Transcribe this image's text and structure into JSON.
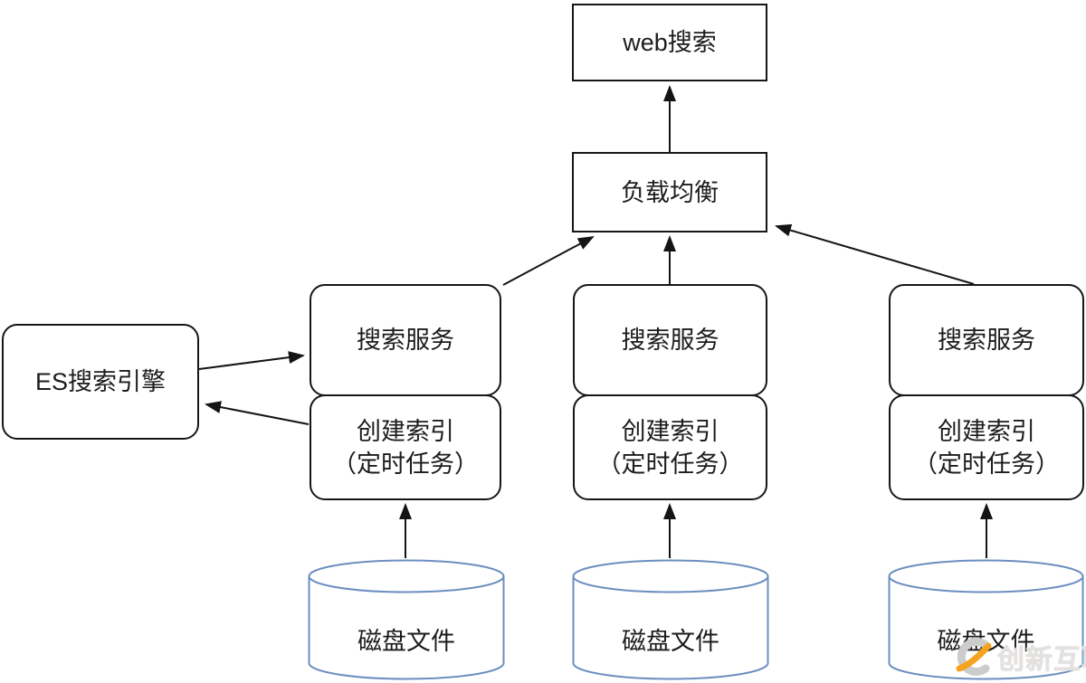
{
  "diagram": {
    "web_search": {
      "label": "web搜索"
    },
    "load_balancer": {
      "label": "负载均衡"
    },
    "es_engine": {
      "label": "ES搜索引擎"
    },
    "columns": [
      {
        "service": "搜索服务",
        "index_line1": "创建索引",
        "index_line2": "（定时任务）",
        "disk": "磁盘文件"
      },
      {
        "service": "搜索服务",
        "index_line1": "创建索引",
        "index_line2": "（定时任务）",
        "disk": "磁盘文件"
      },
      {
        "service": "搜索服务",
        "index_line1": "创建索引",
        "index_line2": "（定时任务）",
        "disk": "磁盘文件"
      }
    ],
    "edges": [
      {
        "from": "load-balancer",
        "to": "web-search"
      },
      {
        "from": "search-service-1",
        "to": "load-balancer"
      },
      {
        "from": "search-service-2",
        "to": "load-balancer"
      },
      {
        "from": "search-service-3",
        "to": "load-balancer"
      },
      {
        "from": "es-engine",
        "to": "search-service-1"
      },
      {
        "from": "create-index-1",
        "to": "es-engine"
      },
      {
        "from": "disk-file-1",
        "to": "create-index-1"
      },
      {
        "from": "disk-file-2",
        "to": "create-index-2"
      },
      {
        "from": "disk-file-3",
        "to": "create-index-3"
      }
    ],
    "colors": {
      "node_stroke": "#161616",
      "arrow": "#141414",
      "cylinder_stroke": "#6c8ebf",
      "background": "#ffffff"
    }
  },
  "watermark": {
    "text": "创新互联",
    "colors": {
      "logo_gray": "#cccccc",
      "logo_orange": "#f5a21f",
      "text": "#e4e2e0"
    }
  }
}
